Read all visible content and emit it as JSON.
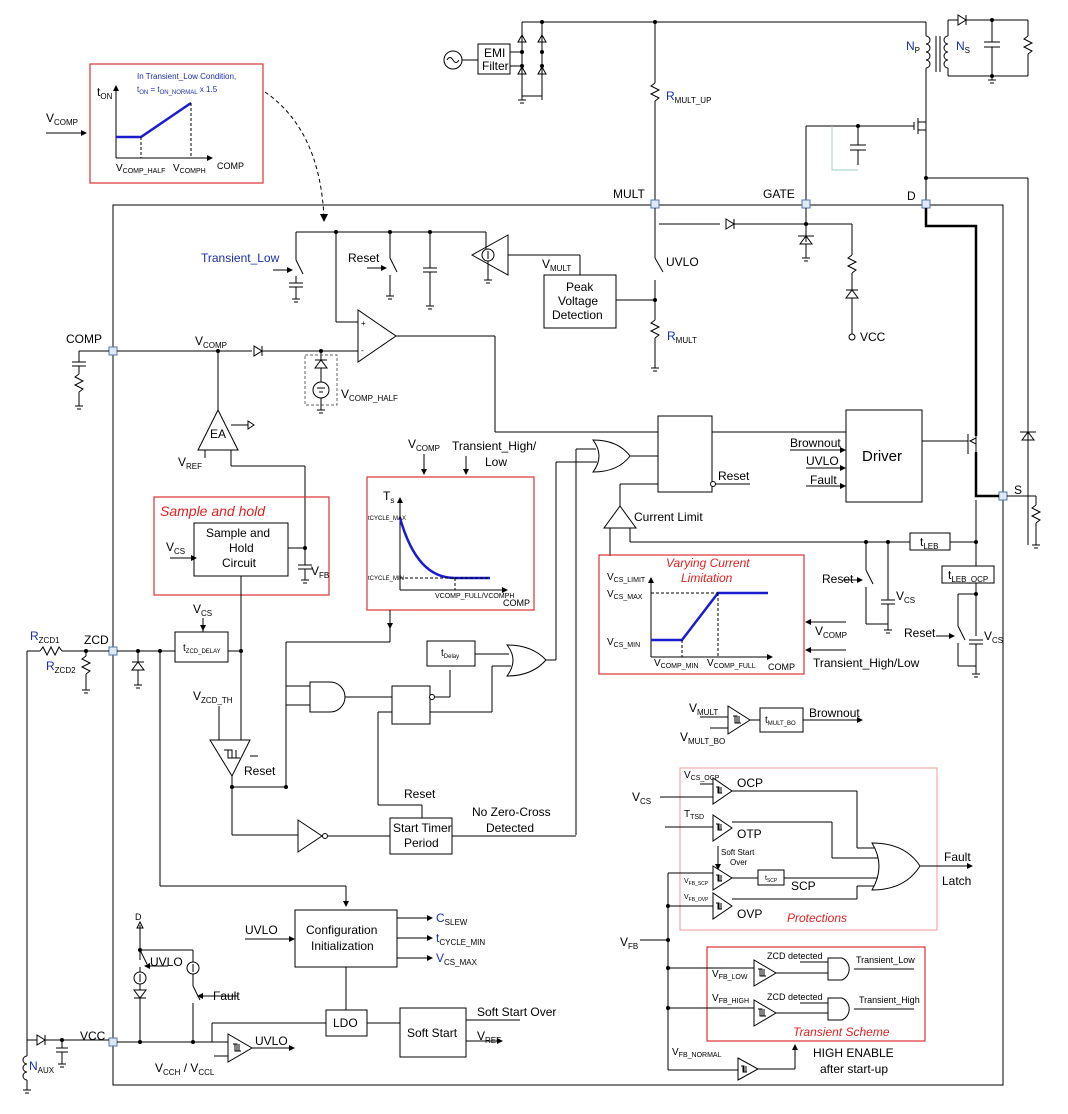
{
  "labels": {
    "emi_filter_1": "EMI",
    "emi_filter_2": "Filter",
    "r_mult_up": "R",
    "r_mult_up_sub": "MULT_UP",
    "np": "N",
    "np_sub": "P",
    "ns": "N",
    "ns_sub": "S",
    "mult": "MULT",
    "gate": "GATE",
    "d": "D",
    "s": "S",
    "comp": "COMP",
    "zcd": "ZCD",
    "vcc": "VCC",
    "vcc2": "VCC",
    "transient_low": "Transient_Low",
    "reset1": "Reset",
    "v_mult": "V",
    "v_mult_sub": "MULT",
    "uvlo1": "UVLO",
    "peak1": "Peak",
    "peak2": "Voltage",
    "peak3": "Detection",
    "r_mult": "R",
    "r_mult_sub": "MULT",
    "v_comp_main": "V",
    "v_comp_main_sub": "COMP",
    "v_comp_half": "V",
    "v_comp_half_sub": "COMP_HALF",
    "ea": "EA",
    "v_ref": "V",
    "v_ref_sub": "REF",
    "v_comp_in": "V",
    "v_comp_in_sub": "COMP",
    "transient_high_low_1": "Transient_High/",
    "transient_high_low_2": "Low",
    "v_comp_ts": "V",
    "v_comp_ts_sub": "COMP",
    "brownout_in": "Brownout",
    "uvlo_in": "UVLO",
    "fault_in": "Fault",
    "driver": "Driver",
    "reset_latch": "Reset",
    "current_limit": "Current Limit",
    "t_leb": "t",
    "t_leb_sub": "LEB",
    "t_leb_ocp": "t",
    "t_leb_ocp_sub": "LEB_OCP",
    "reset_vcs1": "Reset",
    "v_cs1": "V",
    "v_cs1_sub": "CS",
    "reset_vcs2": "Reset",
    "v_cs2": "V",
    "v_cs2_sub": "CS",
    "v_comp_vcl": "V",
    "v_comp_vcl_sub": "COMP",
    "transient_high_low_vcl": "Transient_High/Low",
    "sh_block_1": "Sample and",
    "sh_block_2": "Hold",
    "sh_block_3": "Circuit",
    "v_cs_sh": "V",
    "v_cs_sh_sub": "CS",
    "v_fb_sh": "V",
    "v_fb_sh_sub": "FB",
    "v_cs_zcd": "V",
    "v_cs_zcd_sub": "CS",
    "t_zcd_delay": "t",
    "t_zcd_delay_sub": "ZCD_DELAY",
    "r_zcd1": "R",
    "r_zcd1_sub": "ZCD1",
    "r_zcd2": "R",
    "r_zcd2_sub": "ZCD2",
    "t_delay": "t",
    "t_delay_sub": "Delay",
    "v_zcd_th": "V",
    "v_zcd_th_sub": "ZCD_TH",
    "reset_zcd": "Reset",
    "v_mult_bo": "V",
    "v_mult_bo_sub": "MULT",
    "v_mult_bo2": "V",
    "v_mult_bo2_sub": "MULT_BO",
    "t_mult_bo": "t",
    "t_mult_bo_sub": "MULT_BO",
    "brownout_out": "Brownout",
    "reset_timer": "Reset",
    "start_timer_1": "Start Timer",
    "start_timer_2": "Period",
    "no_zero_cross_1": "No Zero-Cross",
    "no_zero_cross_2": "Detected",
    "v_cs_ocp": "V",
    "v_cs_ocp_sub": "CS_OCP",
    "ocp": "OCP",
    "v_cs_prot": "V",
    "v_cs_prot_sub": "CS",
    "t_tsd": "T",
    "t_tsd_sub": "TSD",
    "otp": "OTP",
    "soft_start_over_1": "Soft Start",
    "soft_start_over_2": "Over",
    "v_fb_scp": "V",
    "v_fb_scp_sub": "FB_SCP",
    "t_scp": "t",
    "t_scp_sub": "SCP",
    "scp": "SCP",
    "v_fb_ovp": "V",
    "v_fb_ovp_sub": "FB_OVP",
    "ovp": "OVP",
    "fault_out_1": "Fault",
    "fault_out_2": "Latch",
    "d_small": "D",
    "uvlo_cfg": "UVLO",
    "config_1": "Configuration",
    "config_2": "Initialization",
    "c_slew": "C",
    "c_slew_sub": "SLEW",
    "t_cycle_min": "t",
    "t_cycle_min_sub": "CYCLE_MIN",
    "v_cs_max_out": "V",
    "v_cs_max_out_sub": "CS_MAX",
    "uvlo_left": "UVLO",
    "fault_left": "Fault",
    "v_fb": "V",
    "v_fb_sub": "FB",
    "v_fb_low": "V",
    "v_fb_low_sub": "FB_LOW",
    "zcd_detected1": "ZCD detected",
    "transient_low_out": "Transient_Low",
    "v_fb_high": "V",
    "v_fb_high_sub": "FB_HIGH",
    "zcd_detected2": "ZCD detected",
    "transient_high_out": "Transient_High",
    "ldo": "LDO",
    "soft_start": "Soft Start",
    "soft_start_over_out": "Soft Start Over",
    "v_ref_out": "V",
    "v_ref_out_sub": "REF",
    "uvlo_comp": "UVLO",
    "v_cch": "V",
    "v_cch_sub": "CCH",
    "v_ccl": " / V",
    "v_ccl_sub": "CCL",
    "n_aux": "N",
    "n_aux_sub": "AUX",
    "v_fb_normal": "V",
    "v_fb_normal_sub": "FB_NORMAL",
    "high_enable_1": "HIGH ENABLE",
    "high_enable_2": "after start-up"
  },
  "boxes": {
    "sample_hold_title": "Sample and hold",
    "varying_title_1": "Varying Current",
    "varying_title_2": "Limitation",
    "protections_title": "Protections",
    "transient_title": "Transient Scheme"
  },
  "insets": {
    "ton_note_1": "In Transient_Low Condition,",
    "ton_note_2": "t",
    "ton_note_2_sub": "ON",
    "ton_note_3": " = t",
    "ton_note_3_sub": "ON_NORMAL",
    "ton_note_4": " x 1.5",
    "ton_axis_y": "t",
    "ton_axis_y_sub": "ON",
    "ton_axis_x_a": "V",
    "ton_axis_x_a_sub": "COMP_HALF",
    "ton_axis_x_b": "V",
    "ton_axis_x_b_sub": "COMPH",
    "ton_axis_x_c": "COMP",
    "v_comp_in_left": "V",
    "v_comp_in_left_sub": "COMP",
    "ts_axis_y": "T",
    "ts_axis_y_sub": "s",
    "ts_cycle_max": "t",
    "ts_cycle_max_sub": "CYCLE_MAX",
    "ts_cycle_min": "t",
    "ts_cycle_min_sub": "CYCLE_MIN",
    "ts_axis_x": "V",
    "ts_axis_x_sub": "COMP_FULL",
    "ts_axis_x2": "V",
    "ts_axis_x2_sub": "COMPH",
    "ts_axis_x3": "COMP",
    "vcl_limit": "V",
    "vcl_limit_sub": "CS_LIMIT",
    "vcl_max": "V",
    "vcl_max_sub": "CS_MAX",
    "vcl_min": "V",
    "vcl_min_sub": "CS_MIN",
    "vcl_x1": "V",
    "vcl_x1_sub": "COMP_MIN",
    "vcl_x2": "V",
    "vcl_x2_sub": "COMP_FULL",
    "vcl_x3": "COMP"
  }
}
